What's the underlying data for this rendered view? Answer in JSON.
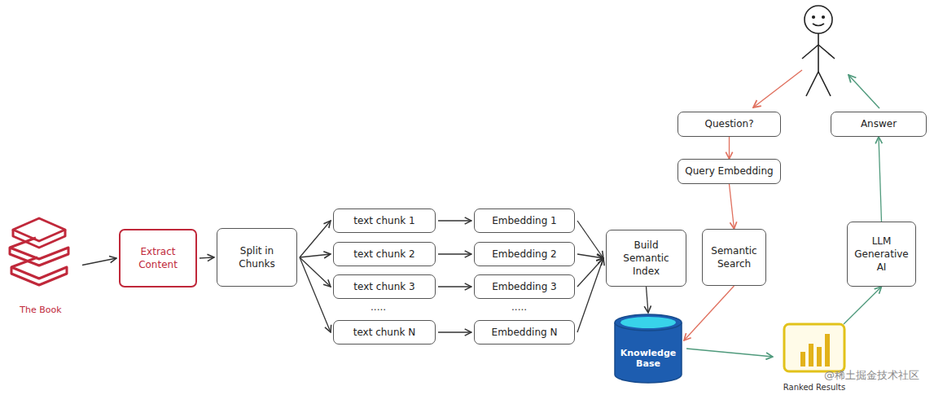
{
  "diagram": {
    "nodes": [
      {
        "text": [
          "The Book"
        ]
      },
      {
        "text": [
          "Extract Content"
        ]
      },
      {
        "text": [
          "Split in Chunks"
        ]
      },
      {
        "text": [
          "text chunk 1"
        ]
      },
      {
        "text": [
          "text chunk 2"
        ]
      },
      {
        "text": [
          "text chunk 3"
        ]
      },
      {
        "text": [
          "text chunk N"
        ]
      },
      {
        "text": [
          "Embedding 1"
        ]
      },
      {
        "text": [
          "Embedding 2"
        ]
      },
      {
        "text": [
          "Embedding 3"
        ]
      },
      {
        "text": [
          "Embedding N"
        ]
      },
      {
        "text": [
          "Build Semantic Index"
        ]
      },
      {
        "text": [
          "Knowledge Base"
        ]
      },
      {
        "text": [
          "Question?"
        ]
      },
      {
        "text": [
          "Query Embedding"
        ]
      },
      {
        "text": [
          "Semantic Search"
        ]
      },
      {
        "text": [
          "Ranked Results"
        ]
      },
      {
        "text": [
          "LLM Generative AI"
        ]
      },
      {
        "text": [
          "Answer"
        ]
      }
    ],
    "edges": [
      {
        "from": 0,
        "to": 1,
        "arrow": "to"
      },
      {
        "from": 1,
        "to": 2,
        "arrow": "to"
      },
      {
        "from": 2,
        "to": 3,
        "arrow": "to"
      },
      {
        "from": 2,
        "to": 4,
        "arrow": "to"
      },
      {
        "from": 2,
        "to": 5,
        "arrow": "to"
      },
      {
        "from": 2,
        "to": 6,
        "arrow": "to"
      },
      {
        "from": 3,
        "to": 7,
        "arrow": "to"
      },
      {
        "from": 4,
        "to": 8,
        "arrow": "to"
      },
      {
        "from": 5,
        "to": 9,
        "arrow": "to"
      },
      {
        "from": 6,
        "to": 10,
        "arrow": "to"
      },
      {
        "from": 7,
        "to": 11,
        "arrow": "to"
      },
      {
        "from": 8,
        "to": 11,
        "arrow": "to"
      },
      {
        "from": 9,
        "to": 11,
        "arrow": "to"
      },
      {
        "from": 10,
        "to": 11,
        "arrow": "to"
      },
      {
        "from": 11,
        "to": 12,
        "arrow": "to"
      },
      {
        "from": 13,
        "to": 14,
        "arrow": "to"
      },
      {
        "from": 14,
        "to": 15,
        "arrow": "to"
      },
      {
        "from": 15,
        "to": 12,
        "arrow": "to"
      },
      {
        "from": 12,
        "to": 16,
        "arrow": "to"
      },
      {
        "from": 16,
        "to": 17,
        "arrow": "to"
      },
      {
        "from": 17,
        "to": 18,
        "arrow": "to"
      }
    ],
    "labels": [
      ".....",
      ".....",
      "@稀土掘金技术社区"
    ]
  }
}
